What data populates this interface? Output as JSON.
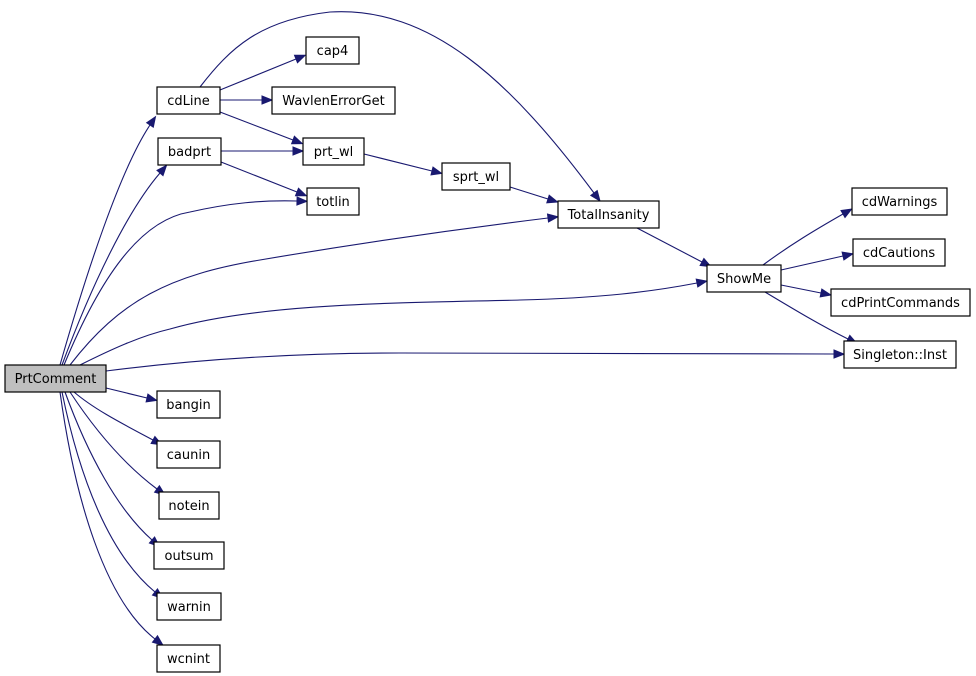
{
  "graph": {
    "colors": {
      "edge": "#191970",
      "node_border": "#000000",
      "root_fill": "#bfbfbf",
      "node_fill": "#ffffff"
    },
    "nodes": {
      "prtcomment": "PrtComment",
      "cdline": "cdLine",
      "badprt": "badprt",
      "cap4": "cap4",
      "wavlenerrorget": "WavlenErrorGet",
      "prt_wl": "prt_wl",
      "totlin": "totlin",
      "sprt_wl": "sprt_wl",
      "totalinsanity": "TotalInsanity",
      "showme": "ShowMe",
      "cdwarnings": "cdWarnings",
      "cdcautions": "cdCautions",
      "cdprintcommands": "cdPrintCommands",
      "singleton_inst": "Singleton::Inst",
      "bangin": "bangin",
      "caunin": "caunin",
      "notein": "notein",
      "outsum": "outsum",
      "warnin": "warnin",
      "wcnint": "wcnint"
    },
    "edges": [
      [
        "prtcomment",
        "cdline"
      ],
      [
        "prtcomment",
        "badprt"
      ],
      [
        "prtcomment",
        "totlin"
      ],
      [
        "prtcomment",
        "totalinsanity"
      ],
      [
        "prtcomment",
        "showme"
      ],
      [
        "prtcomment",
        "singleton_inst"
      ],
      [
        "prtcomment",
        "bangin"
      ],
      [
        "prtcomment",
        "caunin"
      ],
      [
        "prtcomment",
        "notein"
      ],
      [
        "prtcomment",
        "outsum"
      ],
      [
        "prtcomment",
        "warnin"
      ],
      [
        "prtcomment",
        "wcnint"
      ],
      [
        "cdline",
        "cap4"
      ],
      [
        "cdline",
        "wavlenerrorget"
      ],
      [
        "cdline",
        "prt_wl"
      ],
      [
        "cdline",
        "totalinsanity"
      ],
      [
        "badprt",
        "prt_wl"
      ],
      [
        "badprt",
        "totlin"
      ],
      [
        "prt_wl",
        "sprt_wl"
      ],
      [
        "sprt_wl",
        "totalinsanity"
      ],
      [
        "totalinsanity",
        "showme"
      ],
      [
        "showme",
        "cdwarnings"
      ],
      [
        "showme",
        "cdcautions"
      ],
      [
        "showme",
        "cdprintcommands"
      ],
      [
        "showme",
        "singleton_inst"
      ]
    ]
  }
}
